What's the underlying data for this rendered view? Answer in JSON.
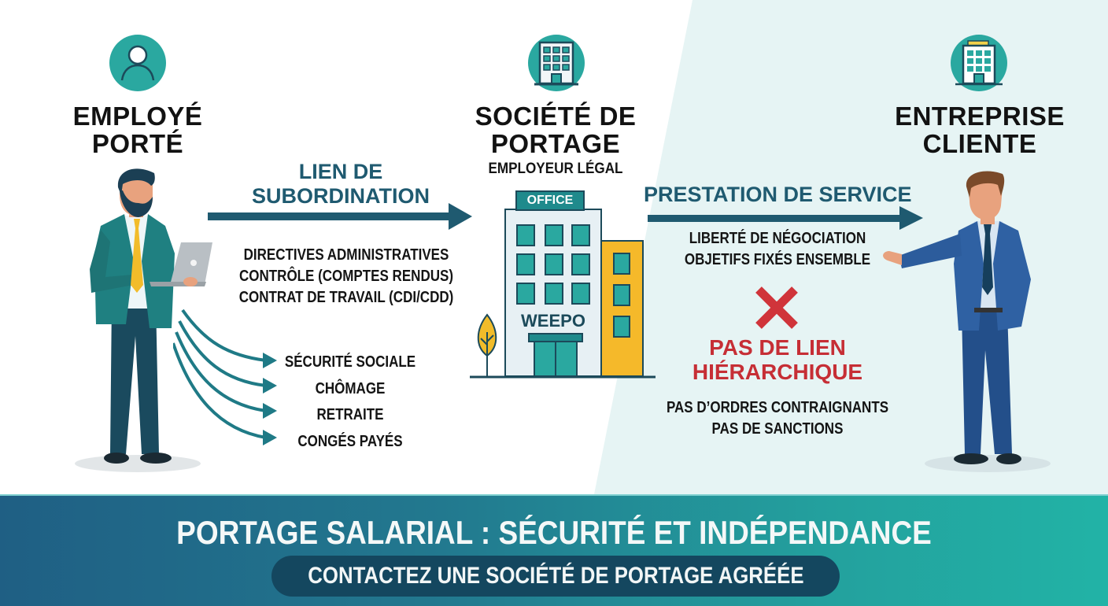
{
  "colors": {
    "teal_dark": "#1f5a70",
    "teal": "#2aa8a0",
    "red": "#c62e35",
    "yellow": "#f2bc2a",
    "right_background": "#e6f4f4",
    "banner_start": "#1f5f84",
    "banner_end": "#22b3a6"
  },
  "left": {
    "icon": "person-icon",
    "title_line1": "EMPLOYÉ",
    "title_line2": "PORTÉ",
    "figure": "man-with-laptop"
  },
  "center": {
    "icon": "building-icon",
    "title_line1": "SOCIÉTÉ DE",
    "title_line2": "PORTAGE",
    "subtitle": "EMPLOYEUR LÉGAL",
    "building_sign": "OFFICE",
    "building_name": "WEEPO"
  },
  "right": {
    "icon": "office-building-icon",
    "title_line1": "ENTREPRISE",
    "title_line2": "CLIENTE",
    "figure": "man-in-blue-suit"
  },
  "subordination": {
    "label_line1": "LIEN DE",
    "label_line2": "SUBORDINATION",
    "items": [
      "DIRECTIVES ADMINISTRATIVES",
      "CONTRÔLE (COMPTES RENDUS)",
      "CONTRAT DE TRAVAIL (CDI/CDD)"
    ]
  },
  "benefits": {
    "items": [
      "SÉCURITÉ SOCIALE",
      "CHÔMAGE",
      "RETRAITE",
      "CONGÉS PAYÉS"
    ]
  },
  "service": {
    "label": "PRESTATION DE SERVICE",
    "items": [
      "LIBERTÉ DE NÉGOCIATION",
      "OBJETIFS FIXÉS ENSEMBLE"
    ]
  },
  "no_hierarchy": {
    "icon": "cross-icon",
    "title_line1": "PAS DE LIEN",
    "title_line2": "HIÉRARCHIQUE",
    "items": [
      "PAS D’ORDRES CONTRAIGNANTS",
      "PAS DE SANCTIONS"
    ]
  },
  "banner": {
    "title": "PORTAGE SALARIAL : SÉCURITÉ ET INDÉPENDANCE",
    "cta_label": "CONTACTEZ UNE SOCIÉTÉ DE PORTAGE AGRÉÉE"
  }
}
